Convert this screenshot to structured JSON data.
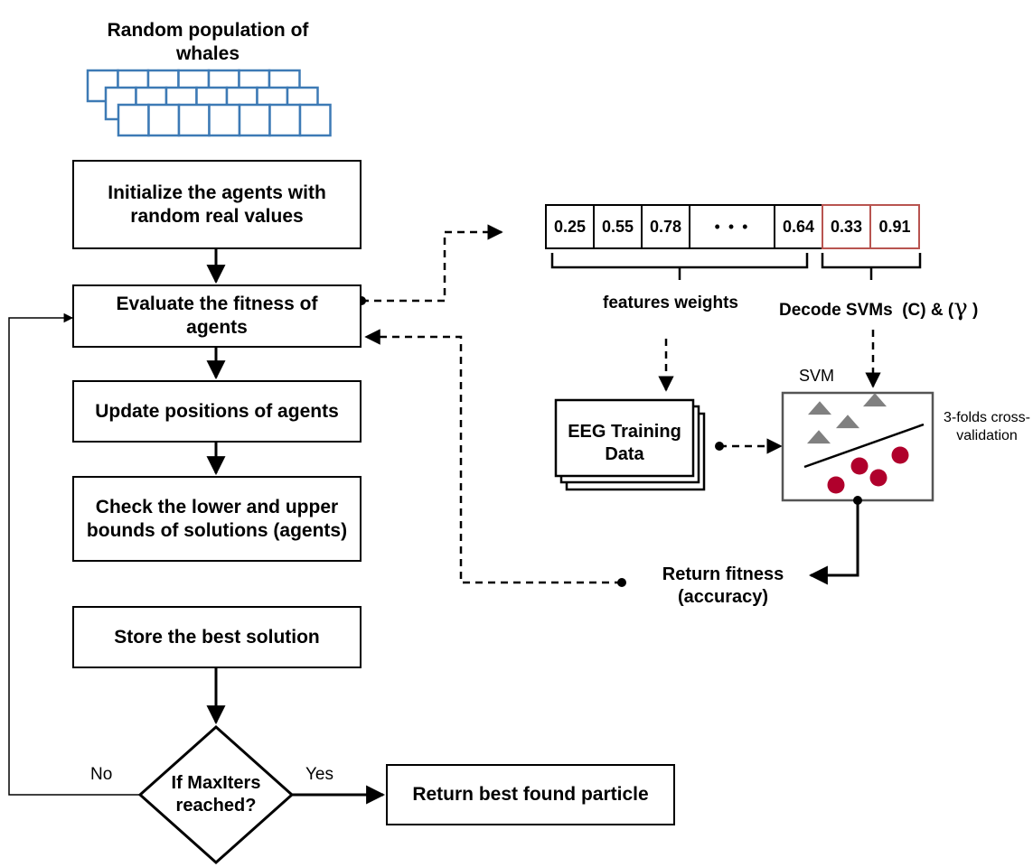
{
  "population": {
    "title": "Random population of whales"
  },
  "flow": {
    "initialize": "Initialize the agents with random real values",
    "evaluate": "Evaluate the fitness of agents",
    "update": "Update positions of agents",
    "check_bounds": "Check the lower and upper bounds of solutions (agents)",
    "store_best": "Store the best solution",
    "decision": "If MaxIters reached?",
    "no_label": "No",
    "yes_label": "Yes",
    "return_best": "Return best found particle"
  },
  "vector": {
    "feature_values": [
      "0.25",
      "0.55",
      "0.78",
      "• • •",
      "0.64"
    ],
    "svm_values": [
      "0.33",
      "0.91"
    ],
    "features_label": "features weights",
    "svm_label": "Decode SVMs  (C) & (",
    "gamma": "γ",
    "svm_label_end": " )"
  },
  "eeg": {
    "label": "EEG Training Data"
  },
  "svm": {
    "title": "SVM",
    "cv_label": "3-folds cross-validation",
    "triangle_color": "#808080",
    "circle_color": "#b0002c"
  },
  "fitness": {
    "label": "Return fitness (accuracy)"
  },
  "colors": {
    "grid": "#3d7ab5",
    "svm_cells": "#b85450",
    "svm_box": "#555555"
  }
}
